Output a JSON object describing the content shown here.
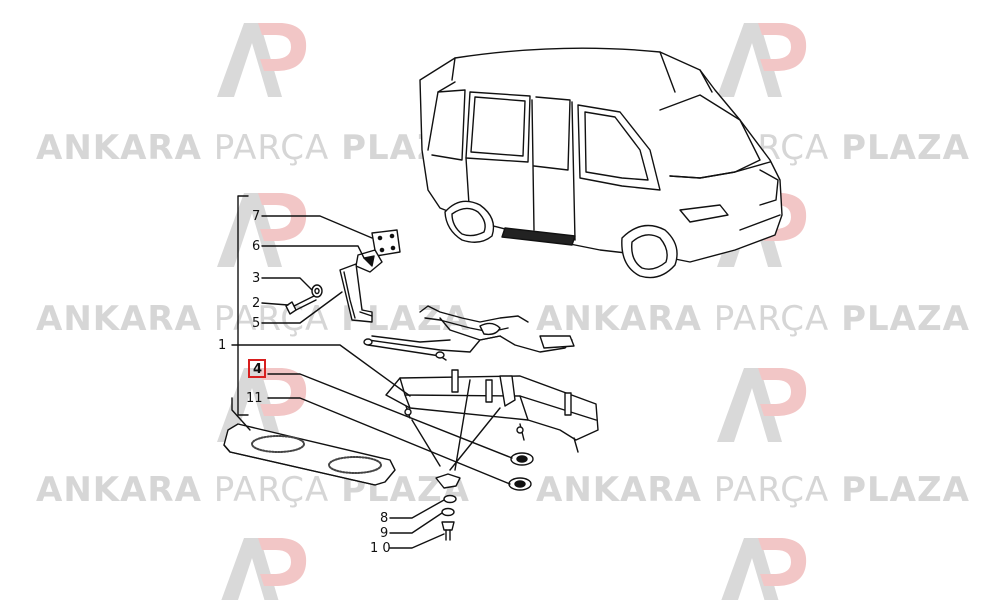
{
  "watermark": {
    "bold_1": "ANKARA",
    "light": "PARÇA",
    "bold_2": "PLAZA",
    "logo_letters": "AP"
  },
  "colors": {
    "watermark_text": "#d6d6d6",
    "logo_gray": "#d9d9d9",
    "logo_red": "#f2c6c6",
    "highlight": "#d81e1e",
    "line": "#111111"
  },
  "callouts": {
    "c7": "7",
    "c6": "6",
    "c3": "3",
    "c2": "2",
    "c5": "5",
    "c1": "1",
    "c4": "4",
    "c11": "11",
    "c8": "8",
    "c9": "9",
    "c10": "1 0"
  },
  "highlighted_callout": "4"
}
